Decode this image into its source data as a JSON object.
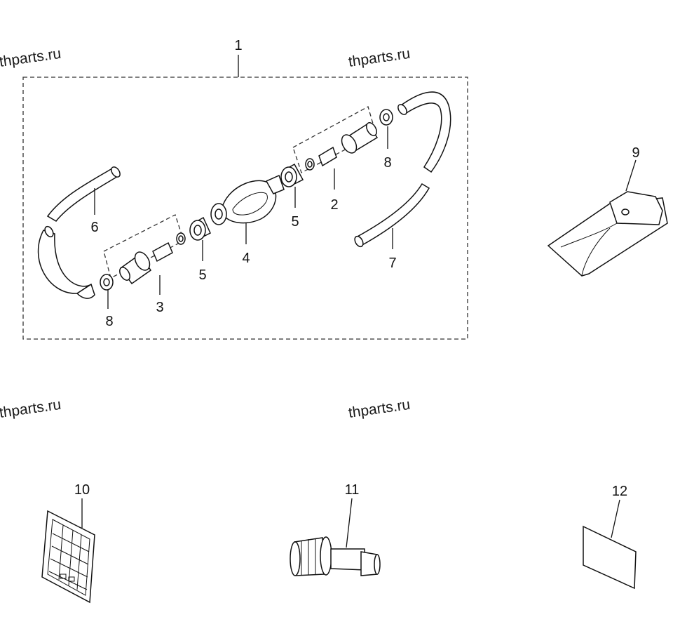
{
  "watermarks": [
    "thparts.ru",
    "thparts.ru",
    "thparts.ru",
    "thparts.ru"
  ],
  "callouts": {
    "c1": "1",
    "c2": "2",
    "c3": "3",
    "c4": "4",
    "c5a": "5",
    "c5b": "5",
    "c6": "6",
    "c7": "7",
    "c8a": "8",
    "c8b": "8",
    "c9": "9",
    "c10": "10",
    "c11": "11",
    "c12": "12"
  }
}
